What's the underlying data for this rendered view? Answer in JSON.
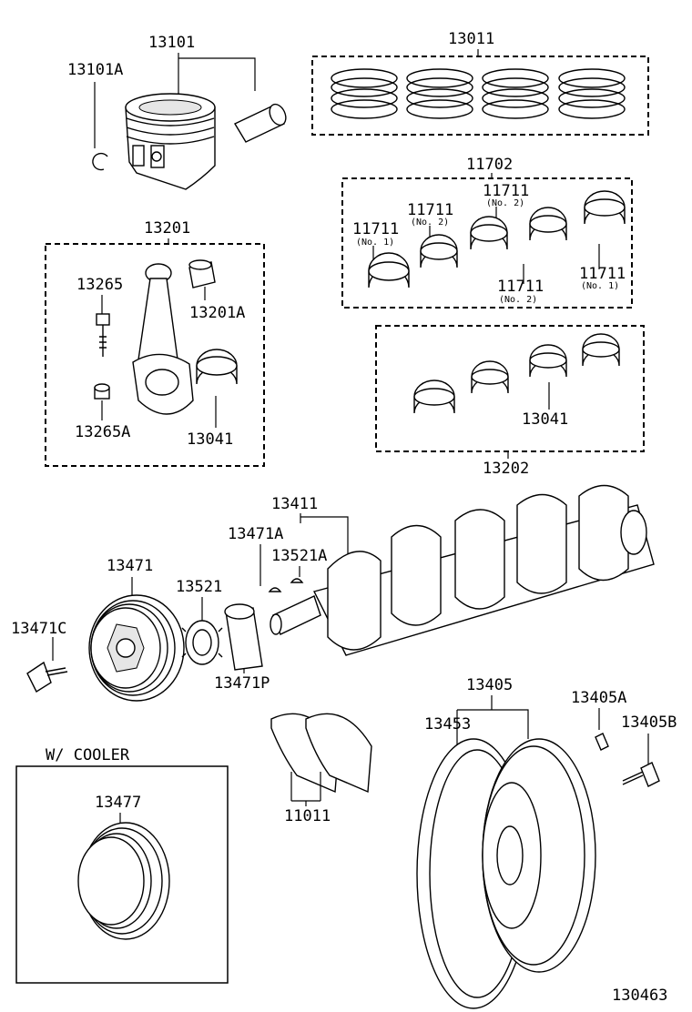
{
  "labels": {
    "piston_set": "13101",
    "piston_pin_snap_ring": "13101A",
    "piston_ring_set": "13011",
    "bearing_set": "11702",
    "bearing_a": "11711",
    "bearing_a_note": "(No. 1)",
    "bearing_b": "11711",
    "bearing_b_note": "(No. 2)",
    "bearing_c": "11711",
    "bearing_c_note": "(No. 2)",
    "bearing_d": "11711",
    "bearing_d_note": "(No. 2)",
    "bearing_e": "11711",
    "bearing_e_note": "(No. 1)",
    "connecting_rod_assy": "13201",
    "rod_bolt": "13265",
    "rod_bushing": "13201A",
    "rod_nut": "13265A",
    "rod_bearing": "13041",
    "rod_bearing_set": "13202",
    "rod_bearing_set_part": "13041",
    "crankshaft_group": "13411",
    "key_a": "13471A",
    "key_b": "13521A",
    "crank_pulley": "13471",
    "crank_timing_pulley": "13521",
    "pulley_bolt": "13471C",
    "pulley_spacer": "13471P",
    "flywheel": "13405",
    "ring_gear": "13453",
    "flywheel_pin": "13405A",
    "flywheel_bolt": "13405B",
    "thrust_washer": "11011",
    "cooler_heading": "W/ COOLER",
    "cooler_pulley": "13477",
    "figure_number": "130463"
  },
  "colors": {
    "ink": "#000000",
    "background": "#ffffff",
    "shade": "#e6e6e6"
  }
}
